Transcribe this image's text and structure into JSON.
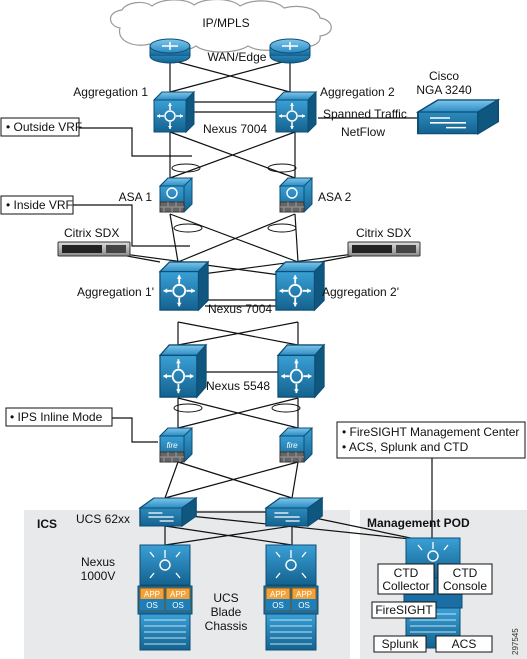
{
  "cloud_label": "IP/MPLS",
  "wan_edge_label": "WAN/Edge",
  "aggregation1_label": "Aggregation 1",
  "aggregation2_label": "Aggregation 2",
  "nexus7004_top_label": "Nexus 7004",
  "cisco_nga_label_line1": "Cisco",
  "cisco_nga_label_line2": "NGA 3240",
  "spanned_traffic_label": "Spanned Traffic",
  "netflow_label": "NetFlow",
  "outside_vrf_label": "• Outside VRF",
  "inside_vrf_label": "• Inside VRF",
  "asa1_label": "ASA 1",
  "asa2_label": "ASA 2",
  "citrix_left_label": "Citrix SDX",
  "citrix_right_label": "Citrix SDX",
  "aggregation1p_label": "Aggregation 1'",
  "aggregation2p_label": "Aggregation 2'",
  "nexus7004_mid_label": "Nexus 7004",
  "nexus5548_label": "Nexus 5548",
  "ips_inline_label": "• IPS Inline Mode",
  "firesight_mgmt_line1": "• FireSIGHT Management Center",
  "firesight_mgmt_line2": "• ACS, Splunk and CTD",
  "ics_label": "ICS",
  "ucs62xx_label": "UCS 62xx",
  "management_pod_label": "Management POD",
  "nexus1000v_line1": "Nexus",
  "nexus1000v_line2": "1000V",
  "ucs_blade_line1": "UCS",
  "ucs_blade_line2": "Blade",
  "ucs_blade_line3": "Chassis",
  "ctd_collector_line1": "CTD",
  "ctd_collector_line2": "Collector",
  "ctd_console_line1": "CTD",
  "ctd_console_line2": "Console",
  "firesight_label": "FireSIGHT",
  "splunk_label": "Splunk",
  "acs_label": "ACS",
  "app_label": "APP",
  "os_label": "OS",
  "figure_id": "297545",
  "colors": {
    "device_blue": "#1e7fb8",
    "device_dark": "#14628f",
    "pod_grey": "#e8e9ea",
    "app_orange": "#f2a23a",
    "line": "#111111"
  }
}
